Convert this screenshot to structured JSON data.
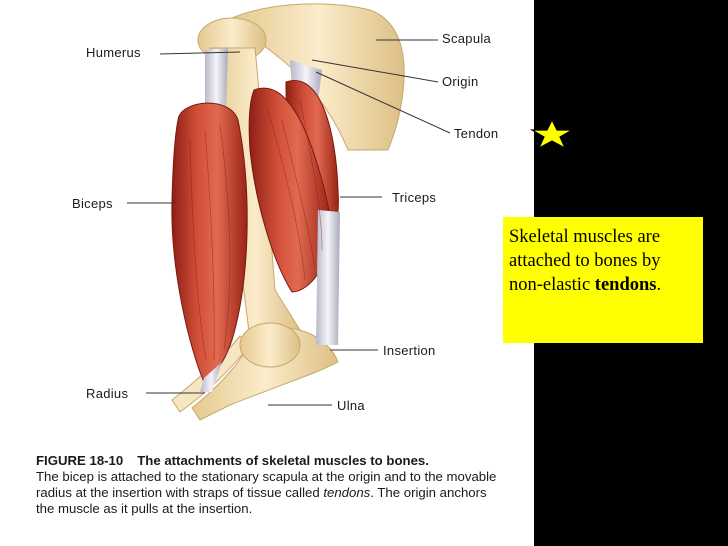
{
  "labels": {
    "humerus": "Humerus",
    "scapula": "Scapula",
    "origin": "Origin",
    "tendon": "Tendon",
    "biceps": "Biceps",
    "triceps": "Triceps",
    "insertion": "Insertion",
    "radius": "Radius",
    "ulna": "Ulna"
  },
  "caption": {
    "figure_number": "FIGURE 18-10",
    "figure_title": "The attachments of skeletal muscles to bones.",
    "text_part1": "The bicep is attached to the stationary scapula at the origin and to the movable radius at the insertion with straps of tissue called ",
    "text_emphasis": "tendons",
    "text_part2": ". The origin anchors the muscle as it pulls at the insertion."
  },
  "note": {
    "text_before": "Skeletal muscles are attached to bones by non-elastic ",
    "bold_word": "tendons",
    "text_after": "."
  },
  "colors": {
    "background": "#000000",
    "figure_background": "#ffffff",
    "note_background": "#ffff00",
    "muscle": "#c0392b",
    "bone": "#f3dfb3",
    "star": "#ffff00"
  },
  "icons": {
    "star": "star-icon"
  }
}
